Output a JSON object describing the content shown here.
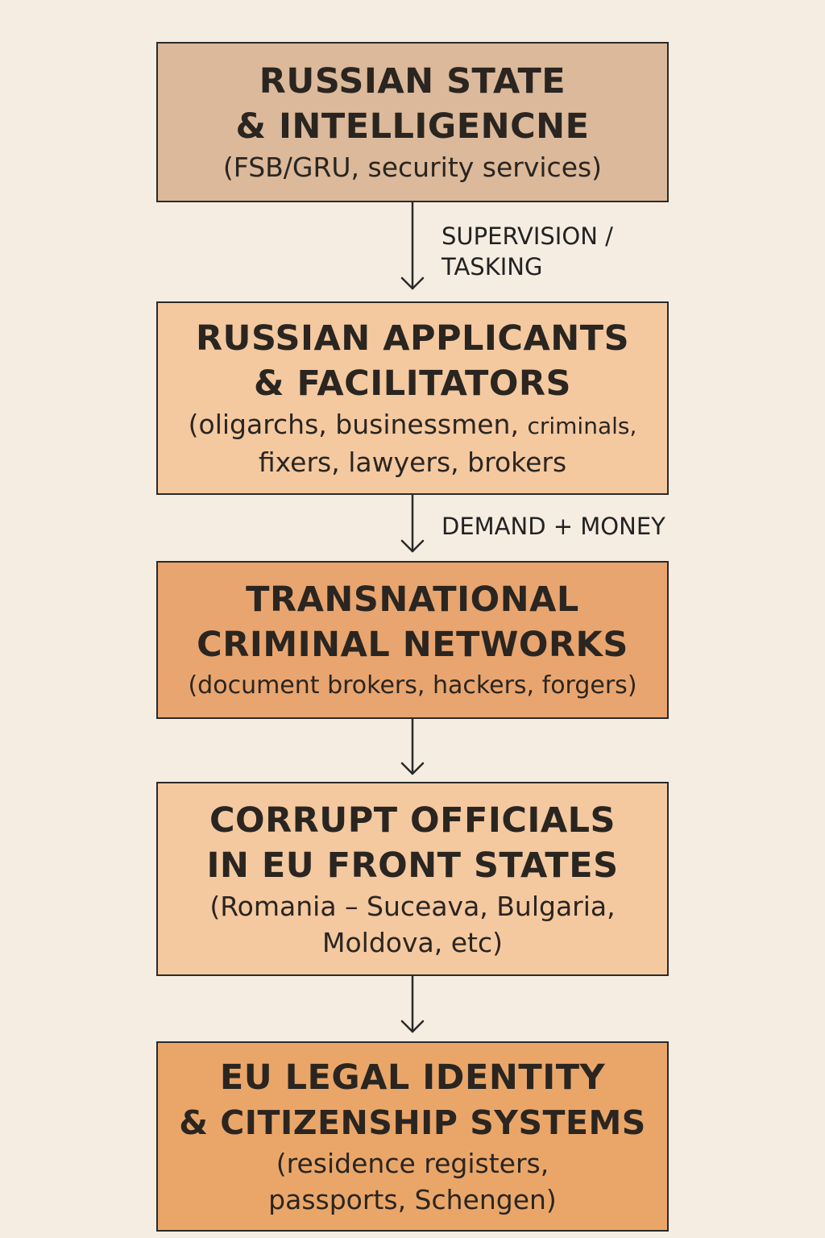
{
  "colors": {
    "background": "#f6ede2",
    "border": "#2a2a2a",
    "box_state": "#dbb99a",
    "box_applicants": "#f4c9a0",
    "box_networks": "#e9a56f",
    "box_officials": "#f4c9a0",
    "box_eu": "#eaa669"
  },
  "nodes": [
    {
      "title_lines": [
        "RUSSIAN STATE",
        "& INTELLIGENCNE"
      ],
      "sub_lines": [
        "(FSB/GRU, security services)"
      ]
    },
    {
      "title_lines": [
        "RUSSIAN APPLICANTS",
        "& FACILITATORS"
      ],
      "sub_line1_main": "(oligarchs, businessmen,",
      "sub_line1_small": "criminals,",
      "sub_lines": [
        "fixers, lawyers, brokers"
      ]
    },
    {
      "title_lines": [
        "TRANSNATIONAL",
        "CRIMINAL NETWORKS"
      ],
      "sub_lines": [
        "(document brokers, hackers, forgers)"
      ]
    },
    {
      "title_lines": [
        "CORRUPT OFFICIALS",
        "IN EU FRONT STATES"
      ],
      "sub_lines": [
        "(Romania – Suceava, Bulgaria,",
        "Moldova, etc)"
      ]
    },
    {
      "title_lines": [
        "EU LEGAL IDENTITY",
        "& CITIZENSHIP SYSTEMS"
      ],
      "sub_lines": [
        "(residence registers,",
        "passports, Schengen)"
      ]
    }
  ],
  "edges": [
    {
      "label_lines": [
        "SUPERVISION /",
        "TASKING"
      ]
    },
    {
      "label_lines": [
        "DEMAND + MONEY"
      ]
    },
    {
      "label_lines": []
    },
    {
      "label_lines": []
    }
  ]
}
